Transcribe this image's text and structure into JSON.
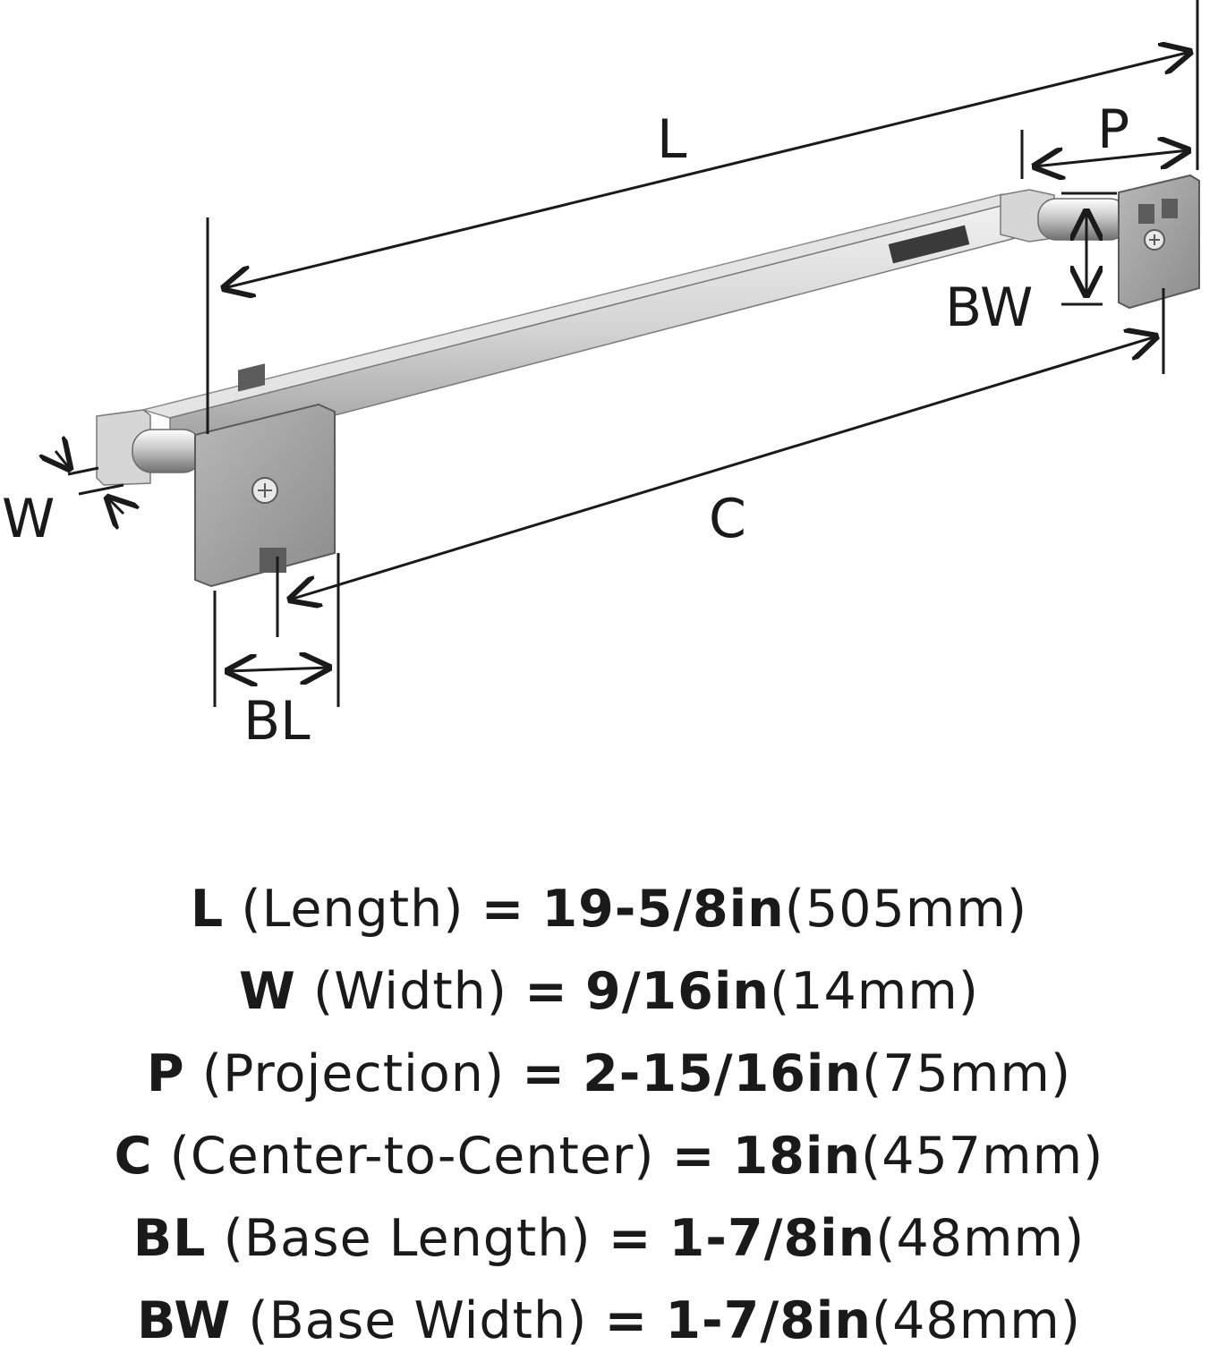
{
  "diagram": {
    "labels": {
      "length": "L",
      "projection": "P",
      "base_width": "BW",
      "width": "W",
      "center_to_center": "C",
      "base_length": "BL"
    },
    "colors": {
      "ink": "#1a1a1a",
      "chrome_light": "#e6e6e6",
      "chrome_mid": "#bdbdbd",
      "chrome_dark": "#8a8a8a",
      "base_face": "#a8a8a8"
    }
  },
  "specs": [
    {
      "symbol": "L",
      "name": "(Length)",
      "eq": "=",
      "value": "19-5/8in",
      "metric": "(505mm)"
    },
    {
      "symbol": "W",
      "name": "(Width)",
      "eq": "=",
      "value": "9/16in",
      "metric": "(14mm)"
    },
    {
      "symbol": "P",
      "name": "(Projection)",
      "eq": "=",
      "value": "2-15/16in",
      "metric": "(75mm)"
    },
    {
      "symbol": "C",
      "name": "(Center-to-Center)",
      "eq": "=",
      "value": "18in",
      "metric": "(457mm)"
    },
    {
      "symbol": "BL",
      "name": "(Base Length)",
      "eq": "=",
      "value": "1-7/8in",
      "metric": "(48mm)"
    },
    {
      "symbol": "BW",
      "name": "(Base Width)",
      "eq": "=",
      "value": "1-7/8in",
      "metric": "(48mm)"
    }
  ]
}
